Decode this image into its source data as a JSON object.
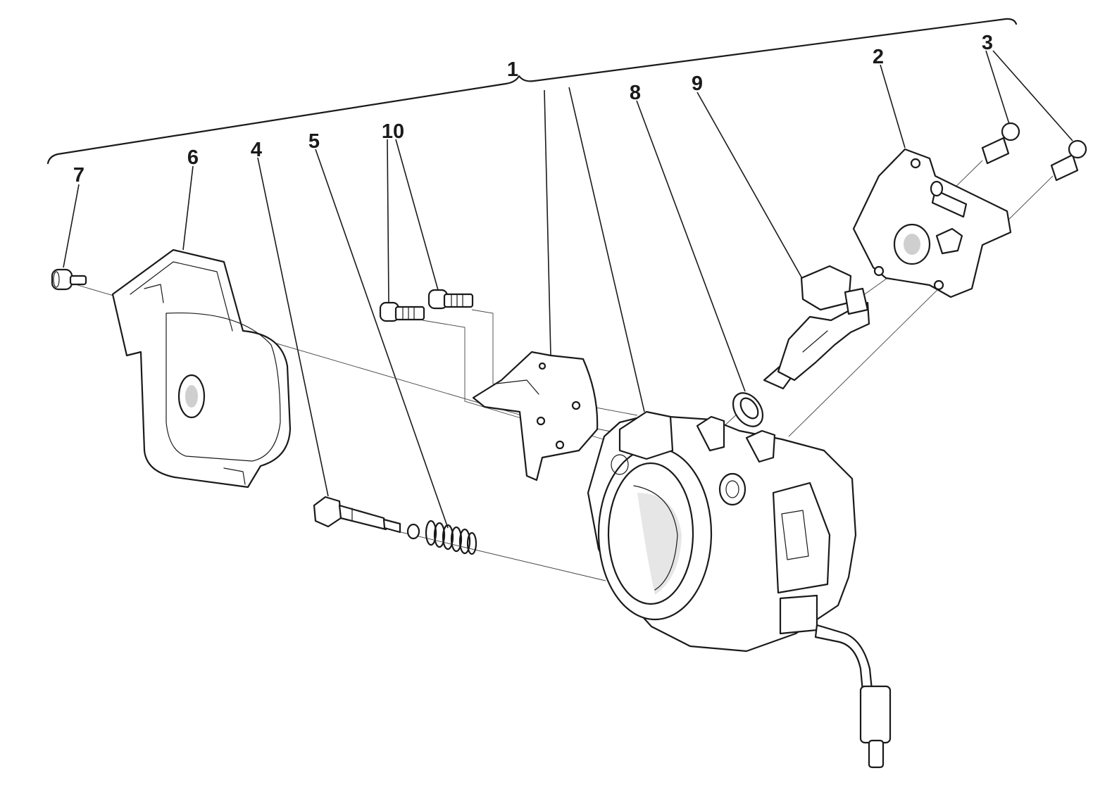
{
  "callouts": {
    "c1": "1",
    "c2": "2",
    "c3": "3",
    "c4": "4",
    "c5": "5",
    "c6": "6",
    "c7": "7",
    "c8": "8",
    "c9": "9",
    "c10": "10"
  },
  "colors": {
    "ink": "#1a1a1a",
    "background": "#ffffff"
  }
}
